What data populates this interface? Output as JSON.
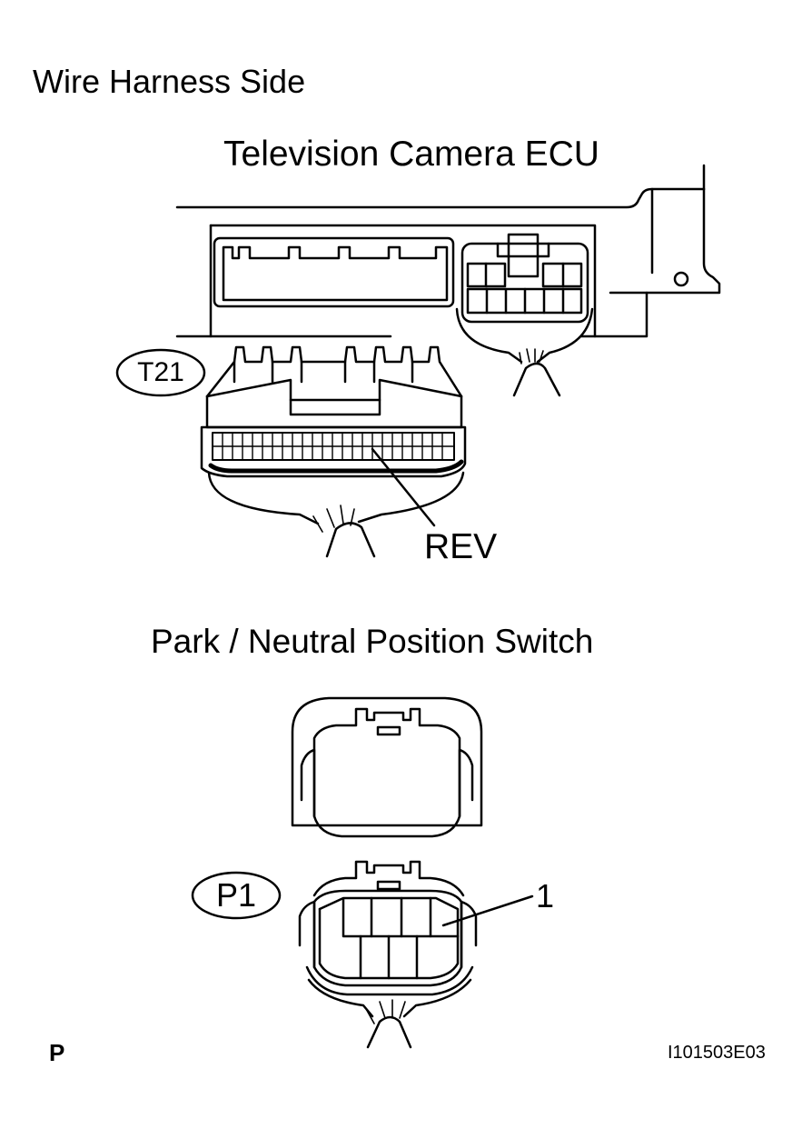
{
  "header": {
    "title": "Wire Harness Side"
  },
  "ecu": {
    "title": "Television Camera ECU",
    "connector_code": "T21",
    "terminal_label": "REV"
  },
  "switch": {
    "title": "Park / Neutral Position Switch",
    "connector_code": "P1",
    "terminal_label": "1"
  },
  "footer": {
    "left_text": "P",
    "figure_code": "I101503E03"
  }
}
